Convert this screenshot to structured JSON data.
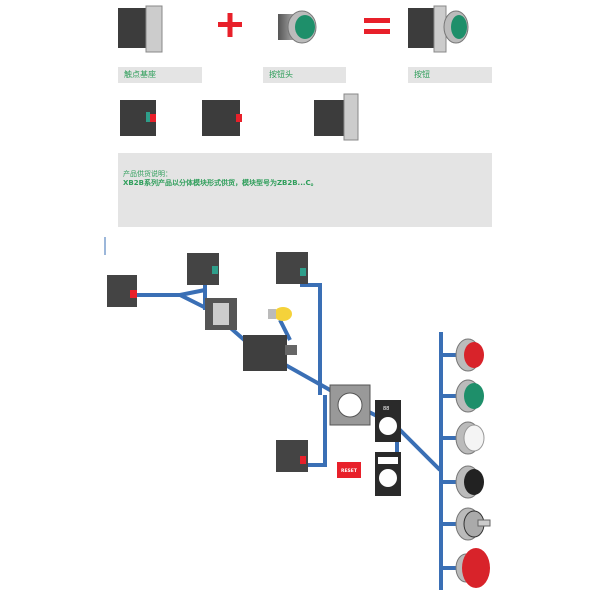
{
  "top_labels": {
    "contact_base": "触点基座",
    "button_head": "按钮头",
    "button": "按钮"
  },
  "operators": {
    "plus": "+",
    "equals": "="
  },
  "note": {
    "title": "产品供货说明：",
    "body": "XB2B系列产品以分体模块形式供货，模块型号为ZB2B...C。"
  },
  "diagram": {
    "reset_tag": "RESET",
    "legend_plate_text": "88"
  },
  "colors": {
    "line": "#3a6fb5",
    "accent_green": "#2e9e5a",
    "red": "#e8202a"
  }
}
